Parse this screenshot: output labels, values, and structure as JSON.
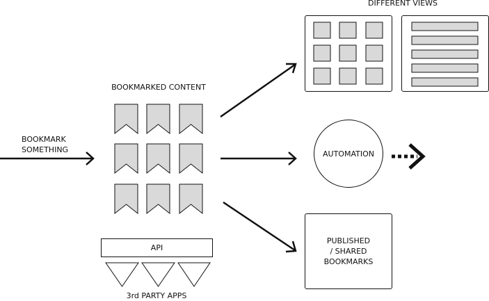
{
  "labels": {
    "bookmark_line1": "BOOKMARK",
    "bookmark_line2": "SOMETHING",
    "bookmarked_content": "BOOKMARKED CONTENT",
    "api": "API",
    "third_party": "3rd PARTY APPS",
    "different_views": "DIFFERENT VIEWS",
    "automation": "AUTOMATION",
    "published_line1": "PUBLISHED",
    "published_line2": "/ SHARED",
    "published_line3": "BOOKMARKS"
  },
  "colors": {
    "stroke": "#111111",
    "tile_fill": "#d9d9d9",
    "background": "#ffffff"
  },
  "icons": {
    "bookmark": "bookmark-icon",
    "app": "triangle-app-icon",
    "arrow": "arrow-icon"
  }
}
